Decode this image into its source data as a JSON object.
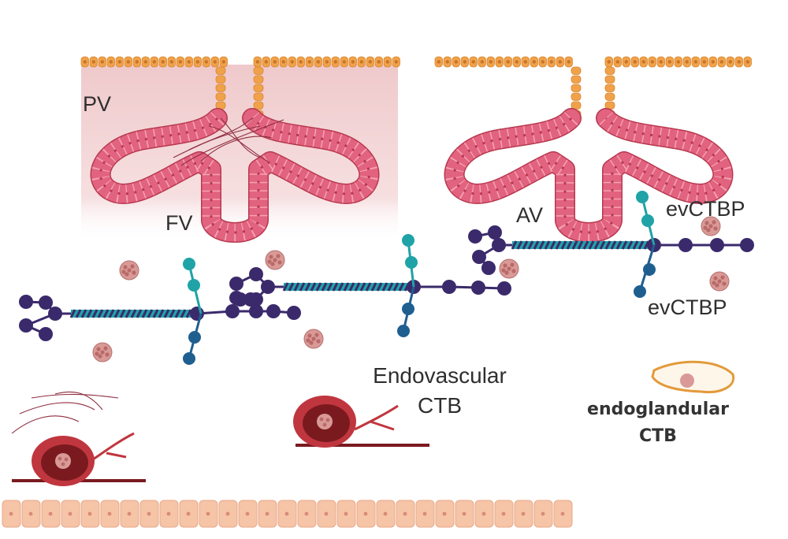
{
  "labels": {
    "pv": "PV",
    "fv": "FV",
    "av": "AV",
    "evctbp_top": "evCTBP",
    "evctbp_bottom": "evCTBP",
    "endovascular_line1": "Endovascular",
    "endovascular_line2": "CTB",
    "endoglandular_line1": "endoglandular",
    "endoglandular_line2": "CTB"
  },
  "colors": {
    "surface_epithelium": "#f0a24a",
    "gland_epithelium": "#e2637f",
    "gland_nucleus": "#b8384f",
    "pv_shading": "#eec6c8",
    "dark_bead": "#3b2a6b",
    "teal_bead": "#1fa3a7",
    "blue_bead": "#1f5f8f",
    "vessel_wall": "#c0363f",
    "vessel_lumen": "#7a1a1f",
    "cell_cluster": "#d99a97",
    "basal_cells": "#f6c4a6",
    "endoglandular_outline": "#e39a3b"
  }
}
